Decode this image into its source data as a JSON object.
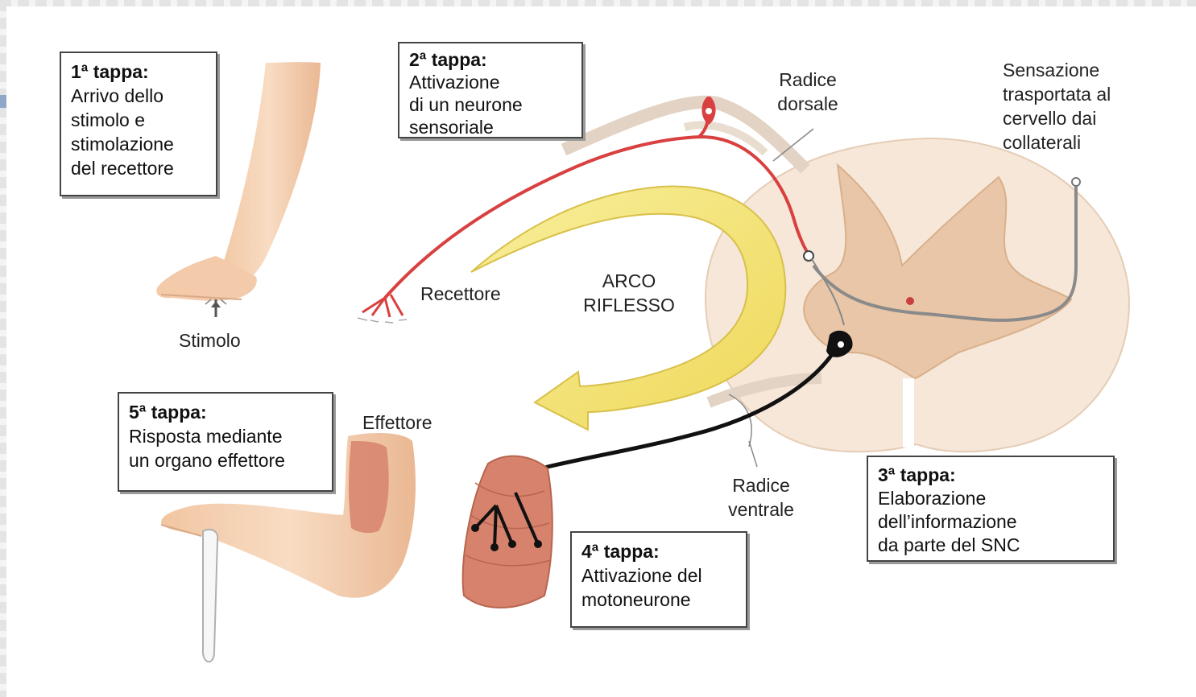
{
  "steps": {
    "s1": {
      "title": "1ª tappa:",
      "body": "Arrivo dello\nstimolo e\nstimolazione\ndel recettore"
    },
    "s2": {
      "title": "2ª tappa:",
      "body": "Attivazione\ndi un neurone\nsensoriale"
    },
    "s3": {
      "title": "3ª tappa:",
      "body": "Elaborazione\ndell’informazione\nda parte del SNC"
    },
    "s4": {
      "title": "4ª tappa:",
      "body": "Attivazione del\nmotoneurone"
    },
    "s5": {
      "title": "5ª tappa:",
      "body": "Risposta mediante\nun organo effettore"
    }
  },
  "labels": {
    "stimolo": "Stimolo",
    "recettore": "Recettore",
    "arco": "ARCO\nRIFLESSO",
    "radice_dorsale": "Radice\ndorsale",
    "sensazione": "Sensazione\ntrasportata al\ncervello dai\ncollaterali",
    "effettore": "Effettore",
    "radice_ventrale": "Radice\nventrale"
  },
  "colors": {
    "sensory_neuron": "#d94040",
    "motor_neuron": "#111111",
    "reflex_arrow": "#f3e58a",
    "spinal_cord": "#f6e7d8",
    "gray_matter": "#e8c6a7",
    "skin": "#f4cfae",
    "muscle": "#d7826c"
  }
}
